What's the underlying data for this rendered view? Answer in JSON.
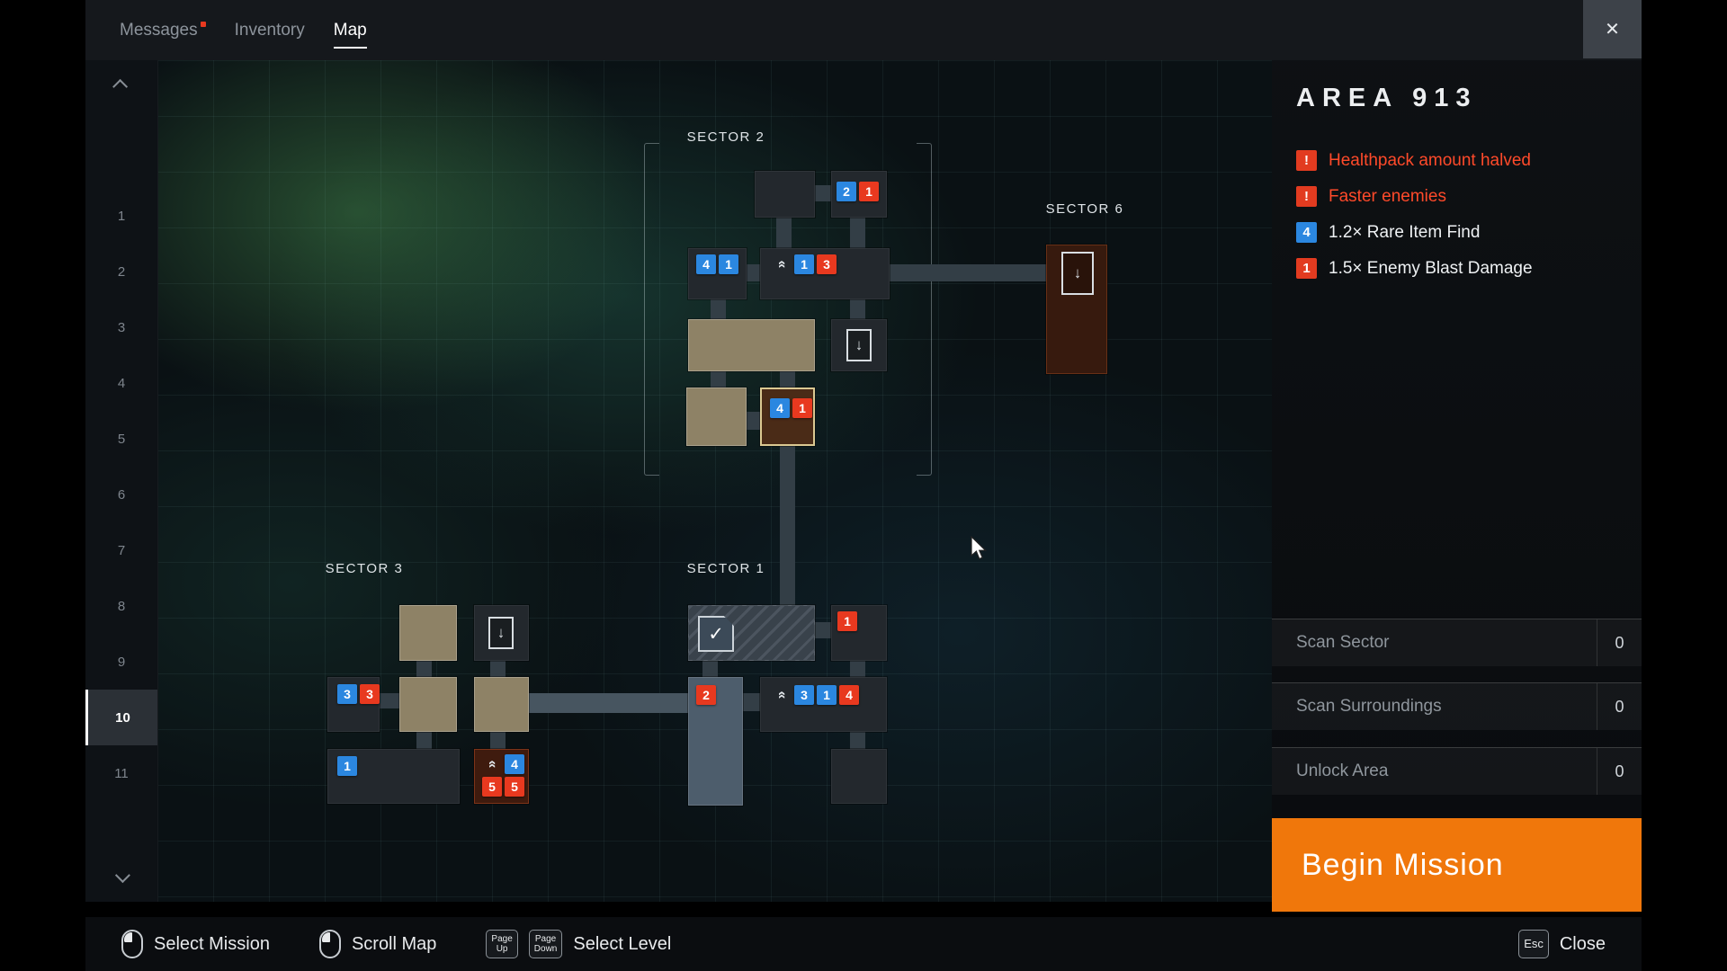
{
  "topbar": {
    "tabs": [
      {
        "label": "Messages",
        "notification": true
      },
      {
        "label": "Inventory",
        "notification": false
      },
      {
        "label": "Map",
        "notification": false,
        "active": true
      }
    ],
    "close_icon": "✕"
  },
  "levels": {
    "items": [
      "1",
      "2",
      "3",
      "4",
      "5",
      "6",
      "7",
      "8",
      "9",
      "10",
      "11"
    ],
    "selected": "10"
  },
  "map": {
    "sector_labels": {
      "s1": "SECTOR 1",
      "s2": "SECTOR 2",
      "s3": "SECTOR 3",
      "s6": "SECTOR 6"
    },
    "icons": {
      "exit_arrow": "↓",
      "mission_check": "✓",
      "fast_chevrons": "«"
    },
    "badges": {
      "s2_a2_1": "2",
      "s2_a2_2": "1",
      "s2_b_1": "4",
      "s2_b_2": "1",
      "s2_c_1": "1",
      "s2_c_2": "3",
      "s2_g_1": "4",
      "s2_g_2": "1",
      "s3_m_1": "3",
      "s3_m_2": "3",
      "s3_l_1": "1",
      "s3_n_1": "4",
      "s3_n_2": "5",
      "s3_n_3": "5",
      "s1_q_1": "1",
      "s1_r_1": "2",
      "s1_s_1": "3",
      "s1_s_2": "1",
      "s1_s_3": "4"
    }
  },
  "panel": {
    "title": "AREA 913",
    "modifiers": [
      {
        "icon": "!",
        "label": "Healthpack amount halved"
      },
      {
        "icon": "!",
        "label": "Faster enemies"
      },
      {
        "icon": "4",
        "label": "1.2× Rare Item Find"
      },
      {
        "icon": "1",
        "label": "1.5× Enemy Blast Damage"
      }
    ],
    "actions": [
      {
        "label": "Scan Sector",
        "count": "0"
      },
      {
        "label": "Scan Surroundings",
        "count": "0"
      },
      {
        "label": "Unlock Area",
        "count": "0"
      }
    ],
    "begin_label": "Begin Mission"
  },
  "colors": {
    "accent_orange": "#f0770b",
    "badge_blue": "#2b87e0",
    "badge_red": "#e8391f"
  },
  "bottombar": {
    "hints": [
      {
        "label": "Select Mission"
      },
      {
        "label": "Scroll Map"
      },
      {
        "label": "Select Level"
      }
    ],
    "keys": {
      "page_up": "Page\nUp",
      "page_down": "Page\nDown",
      "esc": "Esc"
    },
    "close_label": "Close"
  }
}
